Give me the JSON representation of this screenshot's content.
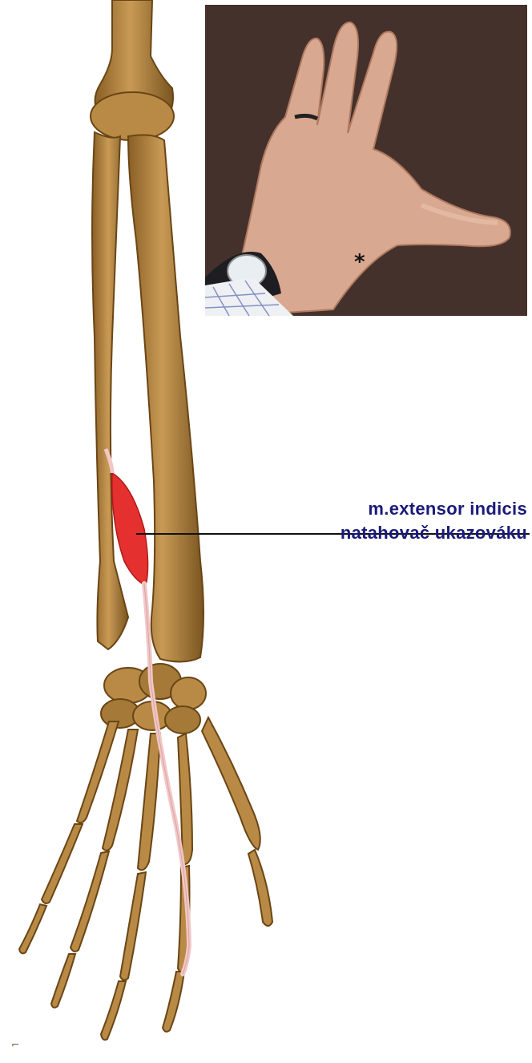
{
  "annotation": {
    "latin_name": "m.extensor indicis",
    "czech_name": "natahovač ukazováku"
  },
  "photo_marker": "*",
  "colors": {
    "bone": "#b88a45",
    "bone_shadow": "#7a5520",
    "muscle": "#e53030",
    "tendon": "#f2c7c7",
    "label_text": "#1a1a7a",
    "skin": "#d9a890",
    "photo_background": "#3a2a24"
  },
  "icons": {
    "photo": "hand-photo",
    "illustration": "forearm-skeleton"
  }
}
